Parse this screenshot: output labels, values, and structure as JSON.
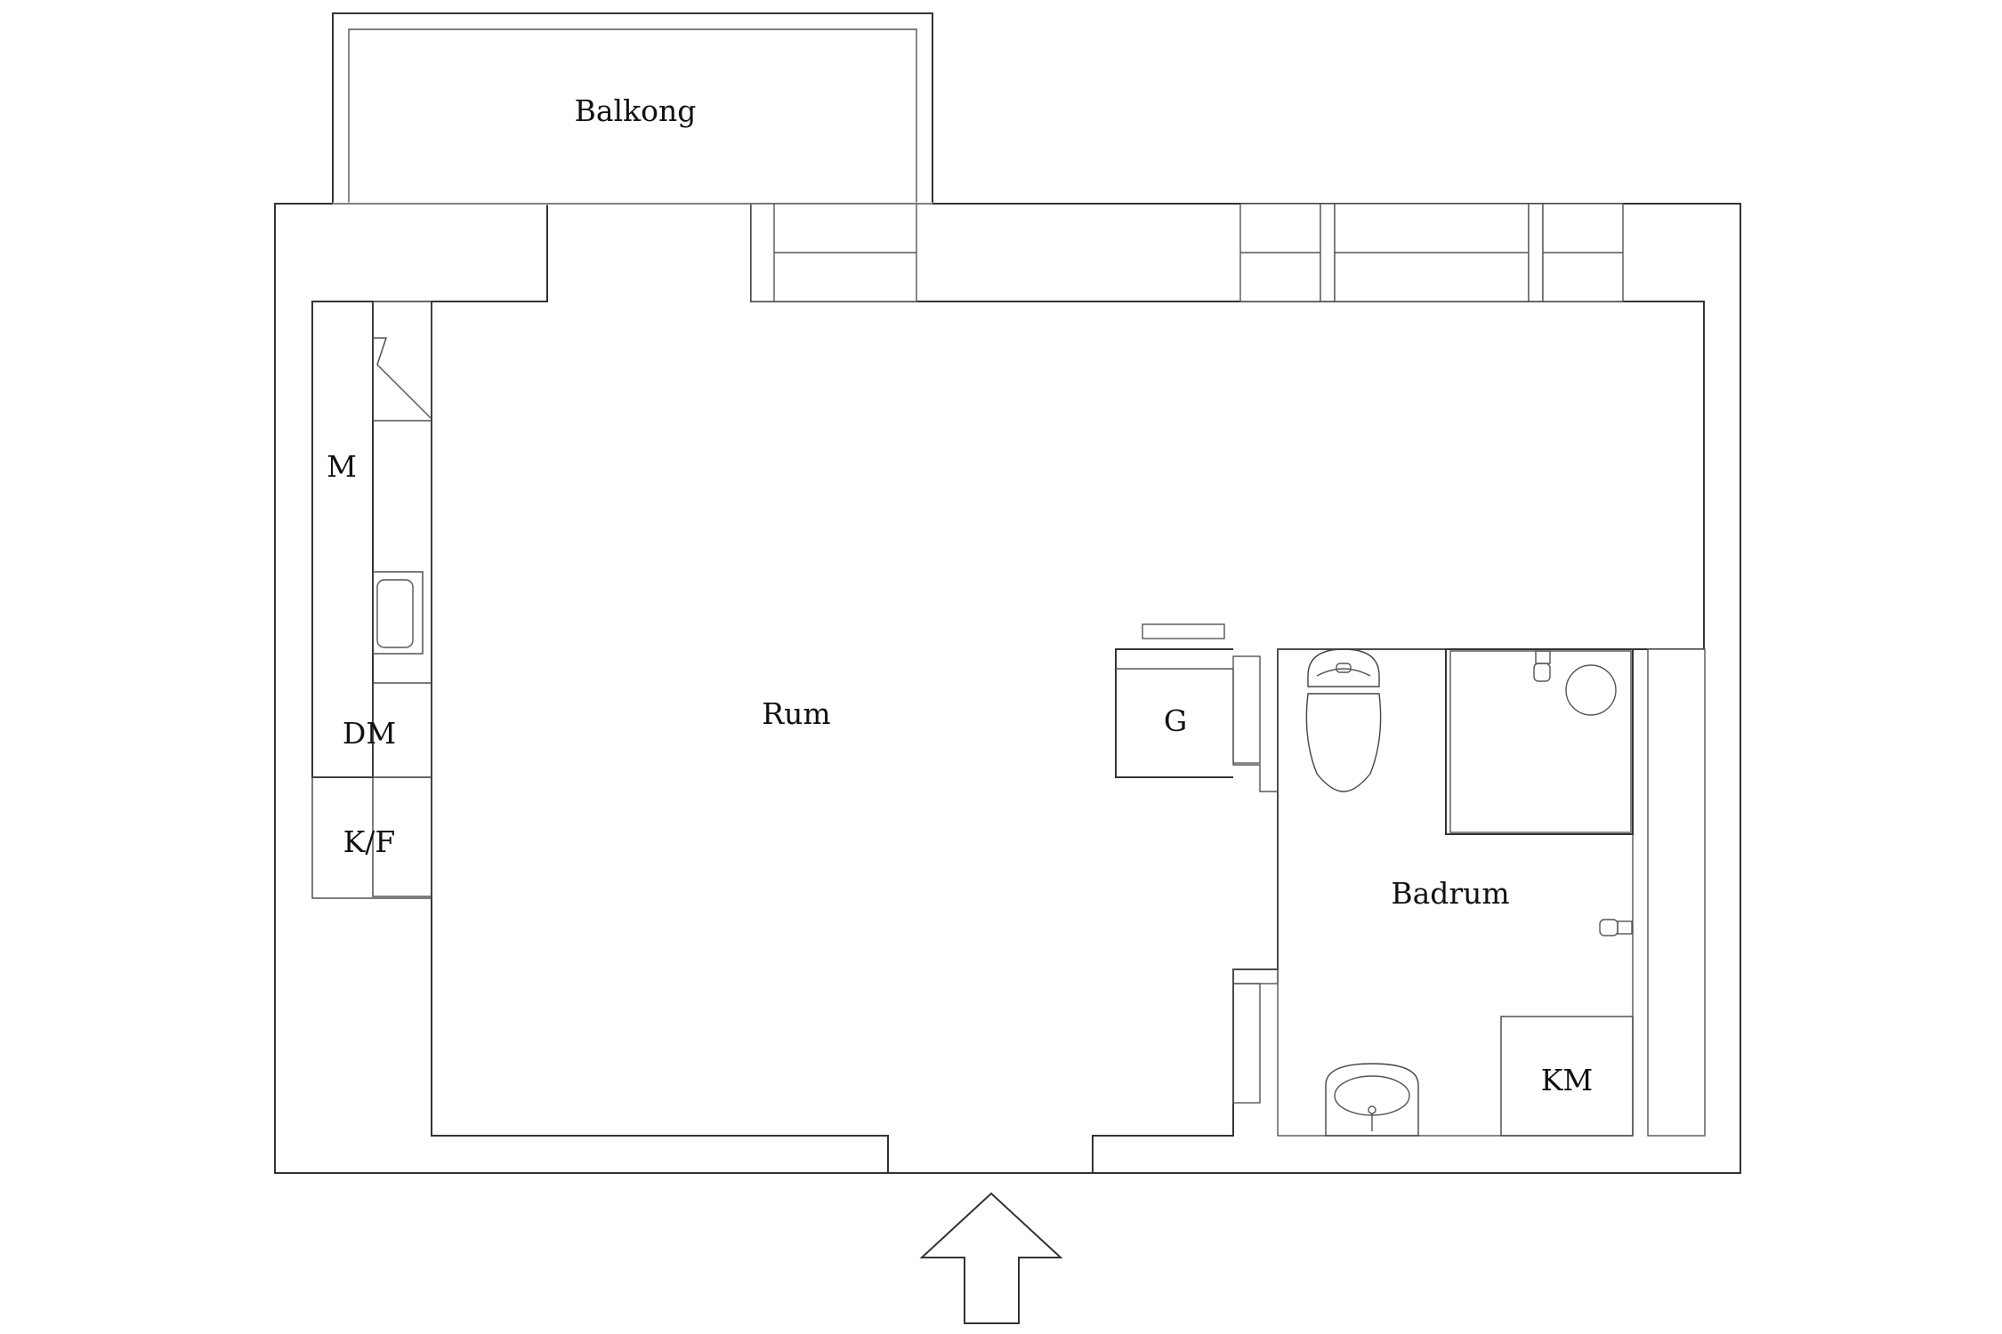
{
  "plan": {
    "rooms": {
      "balcony": "Balkong",
      "main_room": "Rum",
      "bathroom": "Badrum"
    },
    "fixtures": {
      "microwave": "M",
      "dishwasher": "DM",
      "fridge_freezer": "K/F",
      "wardrobe": "G",
      "washing_machine": "KM"
    },
    "entrance_icon": "entrance-arrow-icon",
    "colors": {
      "line": "#333333",
      "background": "#ffffff"
    }
  }
}
